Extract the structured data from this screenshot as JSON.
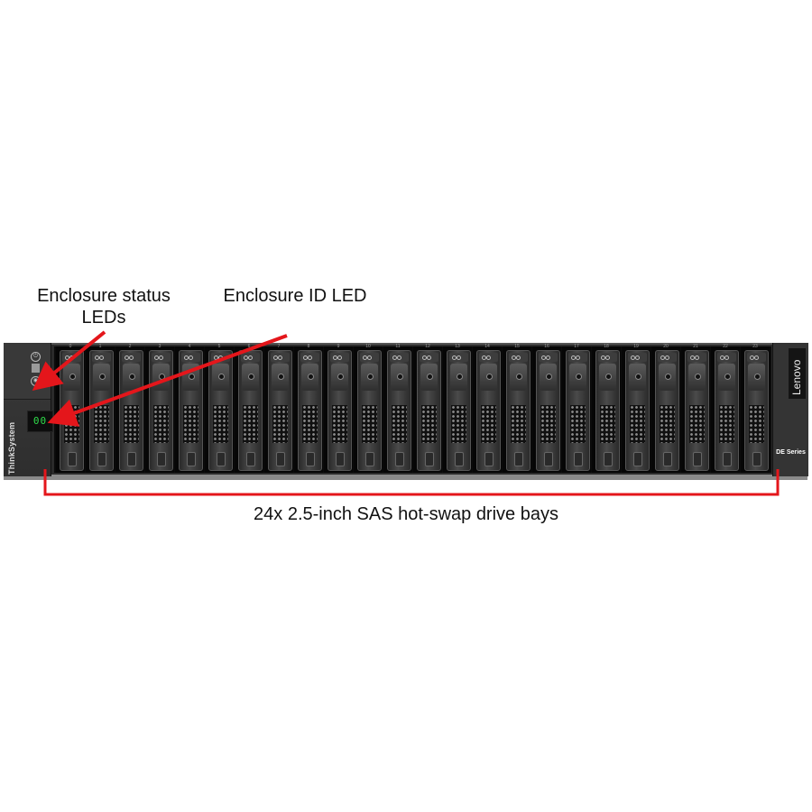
{
  "callouts": {
    "status_leds": "Enclosure status LEDs",
    "enclosure_id": "Enclosure ID LED",
    "drive_bays": "24x 2.5-inch SAS hot-swap drive bays"
  },
  "enclosure": {
    "left_ear": {
      "brand_vertical": "ThinkSystem",
      "id_display_value": "00",
      "status_led_icons": [
        "power-icon",
        "fault-icon",
        "locate-icon"
      ]
    },
    "right_ear": {
      "brand": "Lenovo",
      "series": "DE Series"
    },
    "bay_count": 24,
    "bays": [
      "0",
      "1",
      "2",
      "3",
      "4",
      "5",
      "6",
      "7",
      "8",
      "9",
      "10",
      "11",
      "12",
      "13",
      "14",
      "15",
      "16",
      "17",
      "18",
      "19",
      "20",
      "21",
      "22",
      "23"
    ]
  },
  "colors": {
    "callout_red": "#e4161b",
    "chassis": "#2b2b2b",
    "id_digits": "#2fdc4a",
    "text": "#111111"
  }
}
